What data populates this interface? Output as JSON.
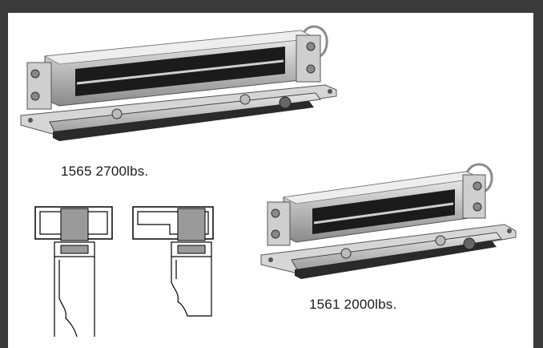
{
  "products": [
    {
      "model": "1565",
      "rating": "2700lbs.",
      "caption": "1565 2700lbs."
    },
    {
      "model": "1561",
      "rating": "2000lbs.",
      "caption": "1561 2000lbs."
    }
  ],
  "colors": {
    "background": "#3a3a3a",
    "panel": "#ffffff",
    "metal_light": "#d9d9d9",
    "metal_dark": "#7d7d7d",
    "black": "#1b1b1b"
  }
}
